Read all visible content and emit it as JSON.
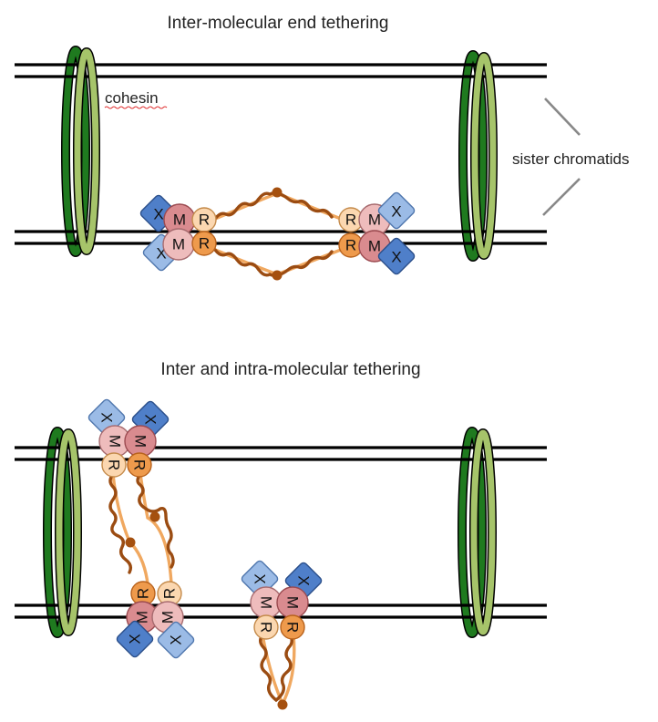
{
  "panels": [
    {
      "title": "Inter-molecular end tethering"
    },
    {
      "title": "Inter and intra-molecular tethering"
    }
  ],
  "labels": {
    "cohesin": "cohesin",
    "sister_chromatids": "sister chromatids"
  },
  "subunits": {
    "x": "X",
    "m": "M",
    "r": "R"
  },
  "colors": {
    "cohesin_dark": "#1f7a1f",
    "cohesin_light": "#a6c46a",
    "x_dark": "#4f7fc9",
    "x_light": "#9bbbe6",
    "m_dark": "#d98b8f",
    "m_light": "#eebcbc",
    "r_dark": "#ee9a4c",
    "r_light": "#fbd7b0",
    "coil_dark": "#9b4c12",
    "coil_light": "#f0a860"
  }
}
